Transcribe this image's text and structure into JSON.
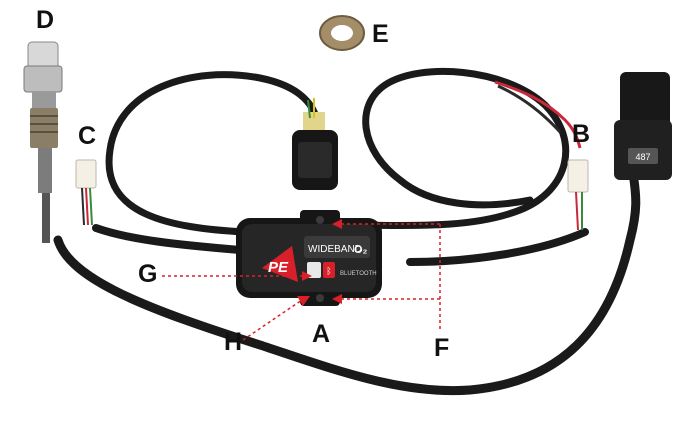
{
  "callouts": {
    "A": "A",
    "B": "B",
    "C": "C",
    "D": "D",
    "E": "E",
    "F": "F",
    "G": "G",
    "H": "H"
  },
  "module": {
    "title_wideband": "WIDEBAND",
    "title_o2": "O₂",
    "bluetooth": "BLUETOOTH",
    "logo": "PE"
  },
  "connector_b": {
    "tag": "487"
  },
  "colors": {
    "callout_line": "#d8202a",
    "cable": "#1a1a1a",
    "module_body": "#222222",
    "logo_red": "#d8202a"
  }
}
